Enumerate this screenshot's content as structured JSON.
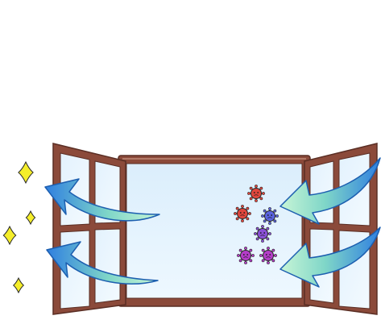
{
  "colors": {
    "background": "#ffffff",
    "frame": "#8b4a3a",
    "frame_highlight": "#b87a6a",
    "glass_top": "#dbeefc",
    "glass_bottom": "#eaf6ff",
    "arrow_blue": "#2f7fe0",
    "arrow_green": "#b6f0c8",
    "sparkle": "#f5ee2a",
    "germ_red": "#e0463c",
    "germ_purple": "#8a4fd6",
    "germ_blue": "#5a63e0",
    "germ_magenta": "#b43cc8"
  },
  "icons": [
    "sparkle-icon",
    "fresh-air-arrow-icon",
    "stale-air-arrow-icon",
    "germ-icon"
  ],
  "germs": [
    {
      "color": "germ_red"
    },
    {
      "color": "germ_red"
    },
    {
      "color": "germ_blue"
    },
    {
      "color": "germ_purple"
    },
    {
      "color": "germ_magenta"
    },
    {
      "color": "germ_magenta"
    }
  ]
}
